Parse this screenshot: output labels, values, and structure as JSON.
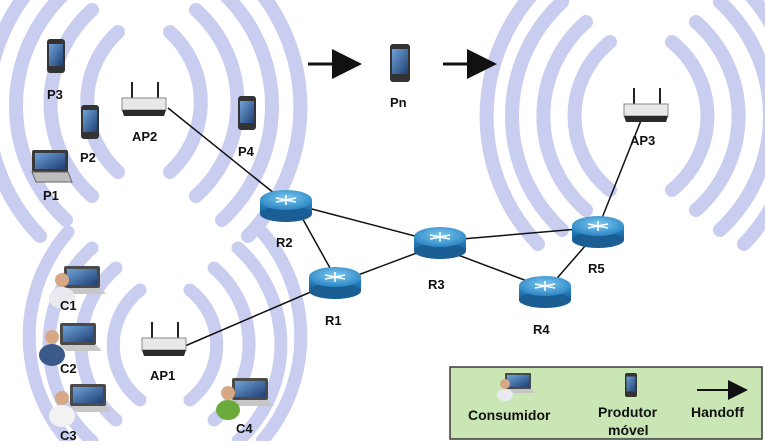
{
  "labels": {
    "P3": "P3",
    "P2": "P2",
    "P1": "P1",
    "AP2": "AP2",
    "P4": "P4",
    "Pn": "Pn",
    "AP3": "AP3",
    "R1": "R1",
    "R2": "R2",
    "R3": "R3",
    "R4": "R4",
    "R5": "R5",
    "C1": "C1",
    "C2": "C2",
    "C3": "C3",
    "AP1": "AP1",
    "C4": "C4"
  },
  "legend": {
    "consumer": "Consumidor",
    "producer_line1": "Produtor",
    "producer_line2": "móvel",
    "handoff": "Handoff"
  },
  "colors": {
    "wave": "#c9cdf0",
    "router": "#3a9fd8",
    "legend_bg": "#c9e6b4",
    "legend_border": "#3a3a3a",
    "link": "#111111"
  }
}
